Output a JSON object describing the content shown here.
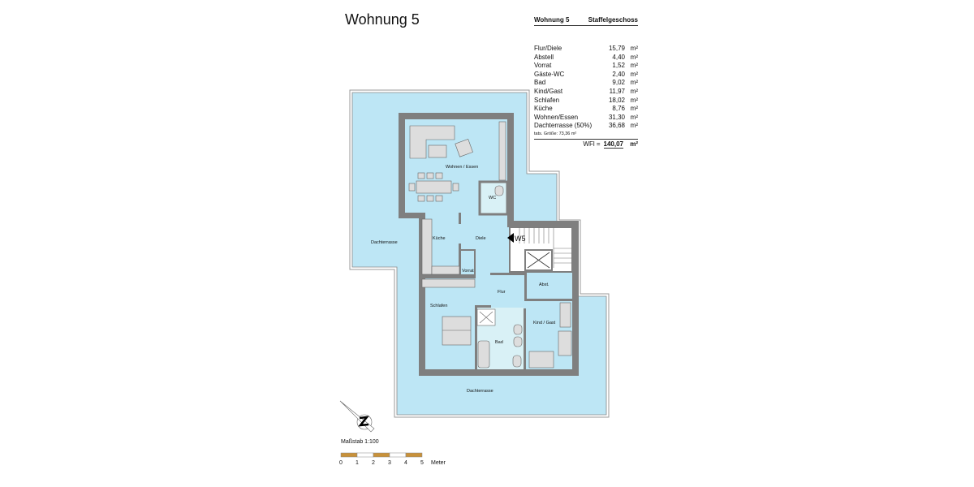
{
  "title": "Wohnung 5",
  "area_table": {
    "header_left": "Wohnung 5",
    "header_right": "Staffelgeschoss",
    "rows": [
      {
        "room": "Flur/Diele",
        "value": "15,79",
        "unit": "m²"
      },
      {
        "room": "Abstell",
        "value": "4,40",
        "unit": "m²"
      },
      {
        "room": "Vorrat",
        "value": "1,52",
        "unit": "m²"
      },
      {
        "room": "Gäste-WC",
        "value": "2,40",
        "unit": "m²"
      },
      {
        "room": "Bad",
        "value": "9,02",
        "unit": "m²"
      },
      {
        "room": "Kind/Gast",
        "value": "11,97",
        "unit": "m²"
      },
      {
        "room": "Schlafen",
        "value": "18,02",
        "unit": "m²"
      },
      {
        "room": "Küche",
        "value": "8,76",
        "unit": "m²"
      },
      {
        "room": "Wohnen/Essen",
        "value": "31,30",
        "unit": "m²"
      },
      {
        "room": "Dachterrasse      (50%)",
        "value": "36,68",
        "unit": "m²"
      }
    ],
    "note": "tats. Größe: 73,36 m²",
    "total_label": "WFl =",
    "total_value": "140,07",
    "total_unit": "m²"
  },
  "plan": {
    "rooms": {
      "wohnen": "Wohnen / Essen",
      "wc": "WC",
      "diele": "Diele",
      "kueche": "Küche",
      "vorrat": "Vorrat",
      "flur": "Flur",
      "abst": "Abst.",
      "schlafen": "Schlafen",
      "kind": "Kind / Gast",
      "bad": "Bad",
      "terrace_left": "Dachterrasse",
      "terrace_bottom": "Dachterrasse"
    },
    "entrance_label": "W5",
    "colors": {
      "room": "#bde6f5",
      "wall": "#7f7f7f",
      "wet_room": "#d9f1f6",
      "scale_dark": "#c8913a"
    }
  },
  "scale": {
    "label": "Maßstab 1:100",
    "ticks": [
      "0",
      "1",
      "2",
      "3",
      "4",
      "5"
    ],
    "unit": "Meter"
  }
}
